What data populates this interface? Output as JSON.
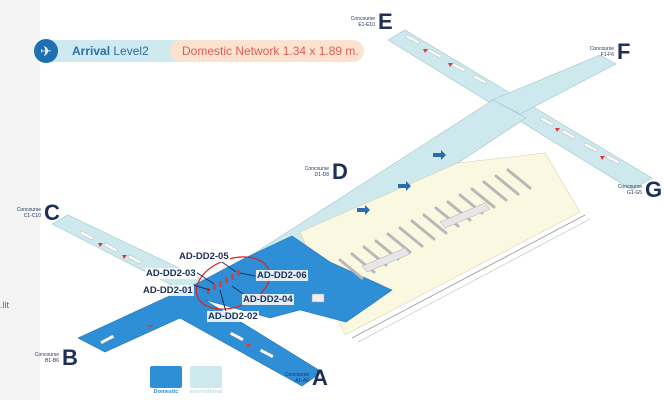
{
  "header": {
    "icon": "airplane-arrival-icon",
    "arrival_bold": "Arrival",
    "arrival_level": "Level2",
    "network": "Domestic Network 1.34 x 1.89 m."
  },
  "side_link": ".lit",
  "concourses": [
    {
      "letter": "A",
      "label": "Concourse",
      "range": "A1-A6"
    },
    {
      "letter": "B",
      "label": "Concourse",
      "range": "B1-B6"
    },
    {
      "letter": "C",
      "label": "Concourse",
      "range": "C1-C10"
    },
    {
      "letter": "D",
      "label": "Concourse",
      "range": "D1-D8"
    },
    {
      "letter": "E",
      "label": "Concourse",
      "range": "E1-E10"
    },
    {
      "letter": "F",
      "label": "Concourse",
      "range": "F1-F6"
    },
    {
      "letter": "G",
      "label": "Concourse",
      "range": "G1-G5"
    }
  ],
  "gates": [
    "AD-DD2-01",
    "AD-DD2-02",
    "AD-DD2-03",
    "AD-DD2-04",
    "AD-DD2-05",
    "AD-DD2-06"
  ],
  "legend": {
    "domestic": "Domestic",
    "international": "International"
  },
  "colors": {
    "domestic": "#2f8fd6",
    "international": "#cde9ee",
    "terminal": "#fbf8e2",
    "highlight": "#e02020",
    "navy": "#1d2f57"
  }
}
